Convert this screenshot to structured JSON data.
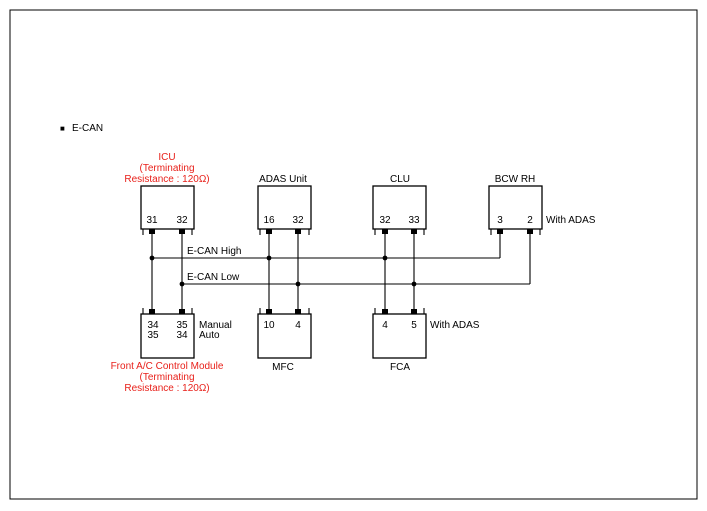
{
  "section": {
    "bullet": "■",
    "label": "E-CAN"
  },
  "colors": {
    "highlight": "#e8201a",
    "line": "#000000"
  },
  "modules": {
    "icu": {
      "name_lines": [
        "ICU",
        "(Terminating",
        "Resistance : 120Ω)"
      ],
      "pins": [
        "31",
        "32"
      ]
    },
    "adas_unit": {
      "name": "ADAS Unit",
      "pins": [
        "16",
        "32"
      ]
    },
    "clu": {
      "name": "CLU",
      "pins": [
        "32",
        "33"
      ]
    },
    "bcw_rh": {
      "name": "BCW RH",
      "pins": [
        "3",
        "2"
      ],
      "note": "With ADAS"
    },
    "front_ac": {
      "name_lines": [
        "Front A/C Control Module",
        "(Terminating",
        "Resistance : 120Ω)"
      ],
      "pins_row1": [
        "34",
        "35"
      ],
      "pins_row2": [
        "35",
        "34"
      ],
      "variant_row1": "Manual",
      "variant_row2": "Auto"
    },
    "mfc": {
      "name": "MFC",
      "pins": [
        "10",
        "4"
      ]
    },
    "fca": {
      "name": "FCA",
      "pins": [
        "4",
        "5"
      ],
      "note": "With ADAS"
    }
  },
  "buses": {
    "high": "E-CAN High",
    "low": "E-CAN Low"
  }
}
